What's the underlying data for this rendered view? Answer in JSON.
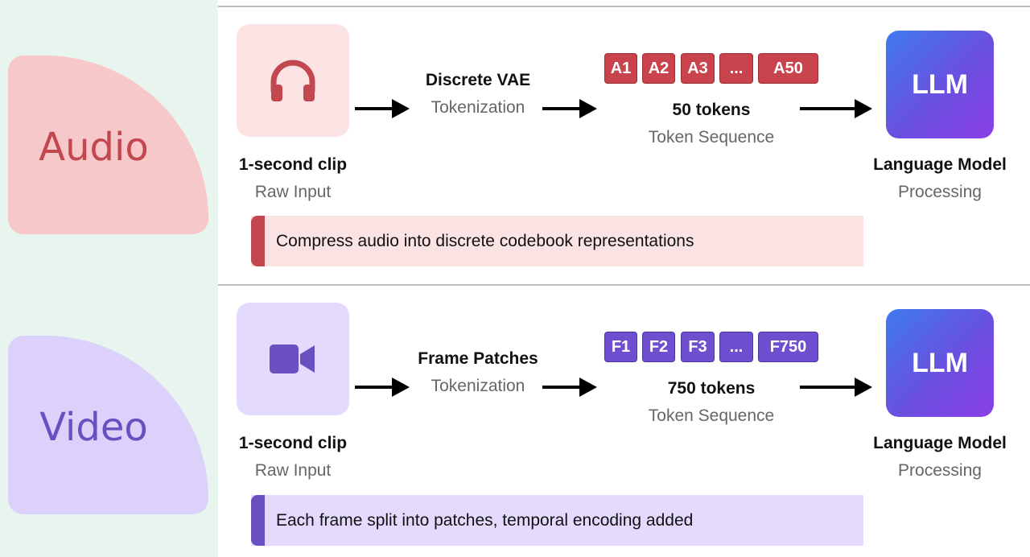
{
  "audio": {
    "label": "Audio",
    "input_title": "1-second clip",
    "input_sub": "Raw Input",
    "method_title": "Discrete VAE",
    "method_sub": "Tokenization",
    "tokens": [
      "A1",
      "A2",
      "A3",
      "...",
      "A50"
    ],
    "token_count": "50 tokens",
    "token_sub": "Token Sequence",
    "llm": "LLM",
    "model_title": "Language Model",
    "model_sub": "Processing",
    "note": "Compress audio into discrete codebook representations",
    "icon": "headphones-icon",
    "colors": {
      "accent": "#c2474e",
      "token": "#c9434c",
      "bg": "#fbe3e3"
    }
  },
  "video": {
    "label": "Video",
    "input_title": "1-second clip",
    "input_sub": "Raw Input",
    "method_title": "Frame Patches",
    "method_sub": "Tokenization",
    "tokens": [
      "F1",
      "F2",
      "F3",
      "...",
      "F750"
    ],
    "token_count": "750 tokens",
    "token_sub": "Token Sequence",
    "llm": "LLM",
    "model_title": "Language Model",
    "model_sub": "Processing",
    "note": "Each frame split into patches, temporal encoding added",
    "icon": "video-camera-icon",
    "colors": {
      "accent": "#6a4fc0",
      "token": "#6f4fcf",
      "bg": "#e3dafd"
    }
  }
}
